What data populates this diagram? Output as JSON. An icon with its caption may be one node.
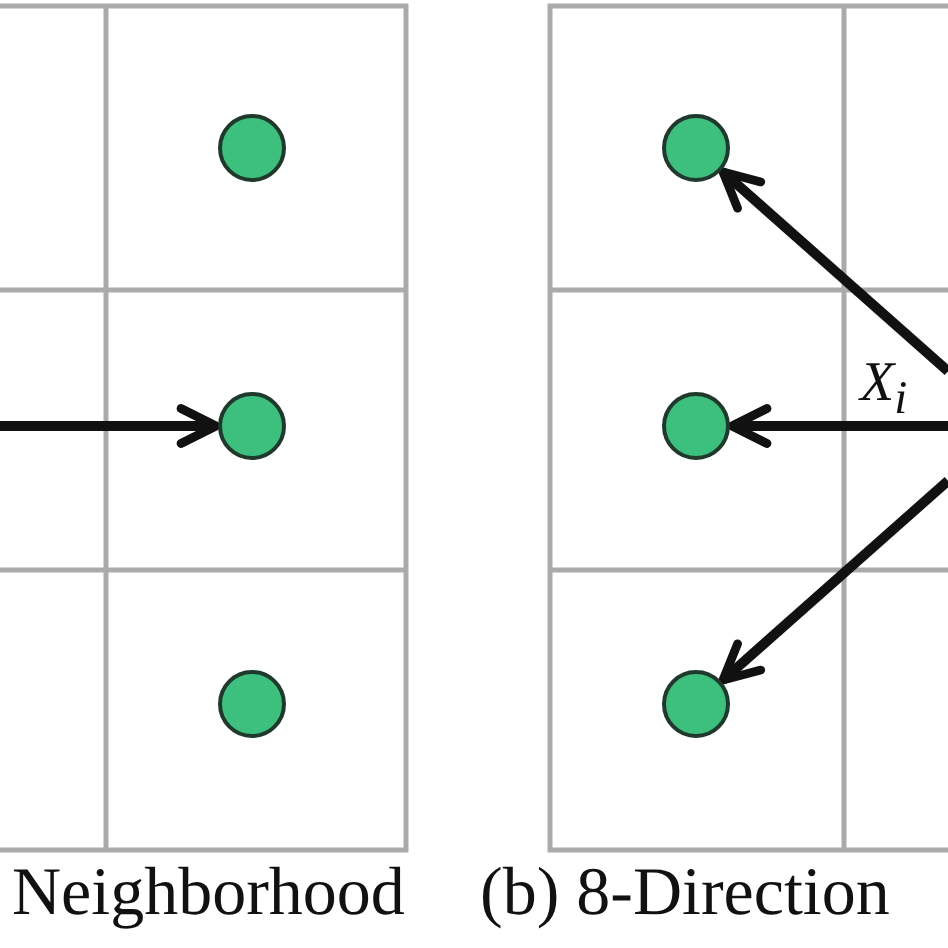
{
  "diagram": {
    "nodes": [
      {
        "text": [],
        "shape": "circle"
      },
      {
        "text": [],
        "shape": "circle"
      },
      {
        "text": [],
        "shape": "circle"
      },
      {
        "text": [],
        "shape": "circle"
      },
      {
        "text": [],
        "shape": "circle"
      },
      {
        "text": [],
        "shape": "circle"
      }
    ],
    "edges": [
      {
        "from": null,
        "to": 1,
        "arrow": "to"
      },
      {
        "from": null,
        "to": 3,
        "arrow": "to"
      },
      {
        "from": null,
        "to": 4,
        "arrow": "to"
      },
      {
        "from": null,
        "to": 5,
        "arrow": "to"
      }
    ],
    "labels": [
      "X$_{i}$",
      "Neighborhood",
      "(b) 8-Direction"
    ]
  }
}
